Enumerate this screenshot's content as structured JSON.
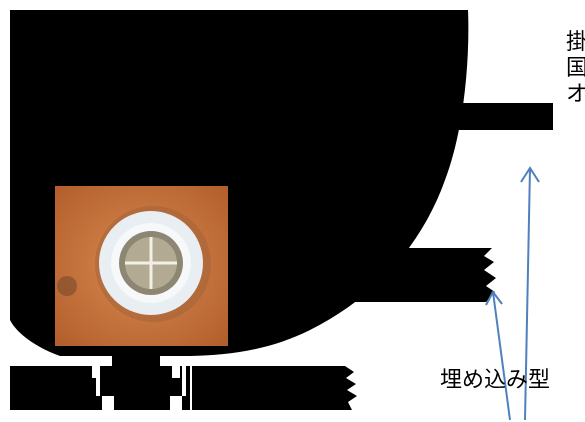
{
  "caption": "埋め込み型",
  "right_edge_text": [
    "掛",
    "国",
    "オ"
  ],
  "colors": {
    "fill": "#000000",
    "arrow": "#4f81bd",
    "photo_base": "#c8753d",
    "ring": "#e8eef2",
    "metal": "#b3aa93"
  },
  "icons": {
    "sink_bowl": "sink-bowl-silhouette",
    "drain_photo": "drain-fitting-photo",
    "arrow": "arrow-up-icon"
  }
}
